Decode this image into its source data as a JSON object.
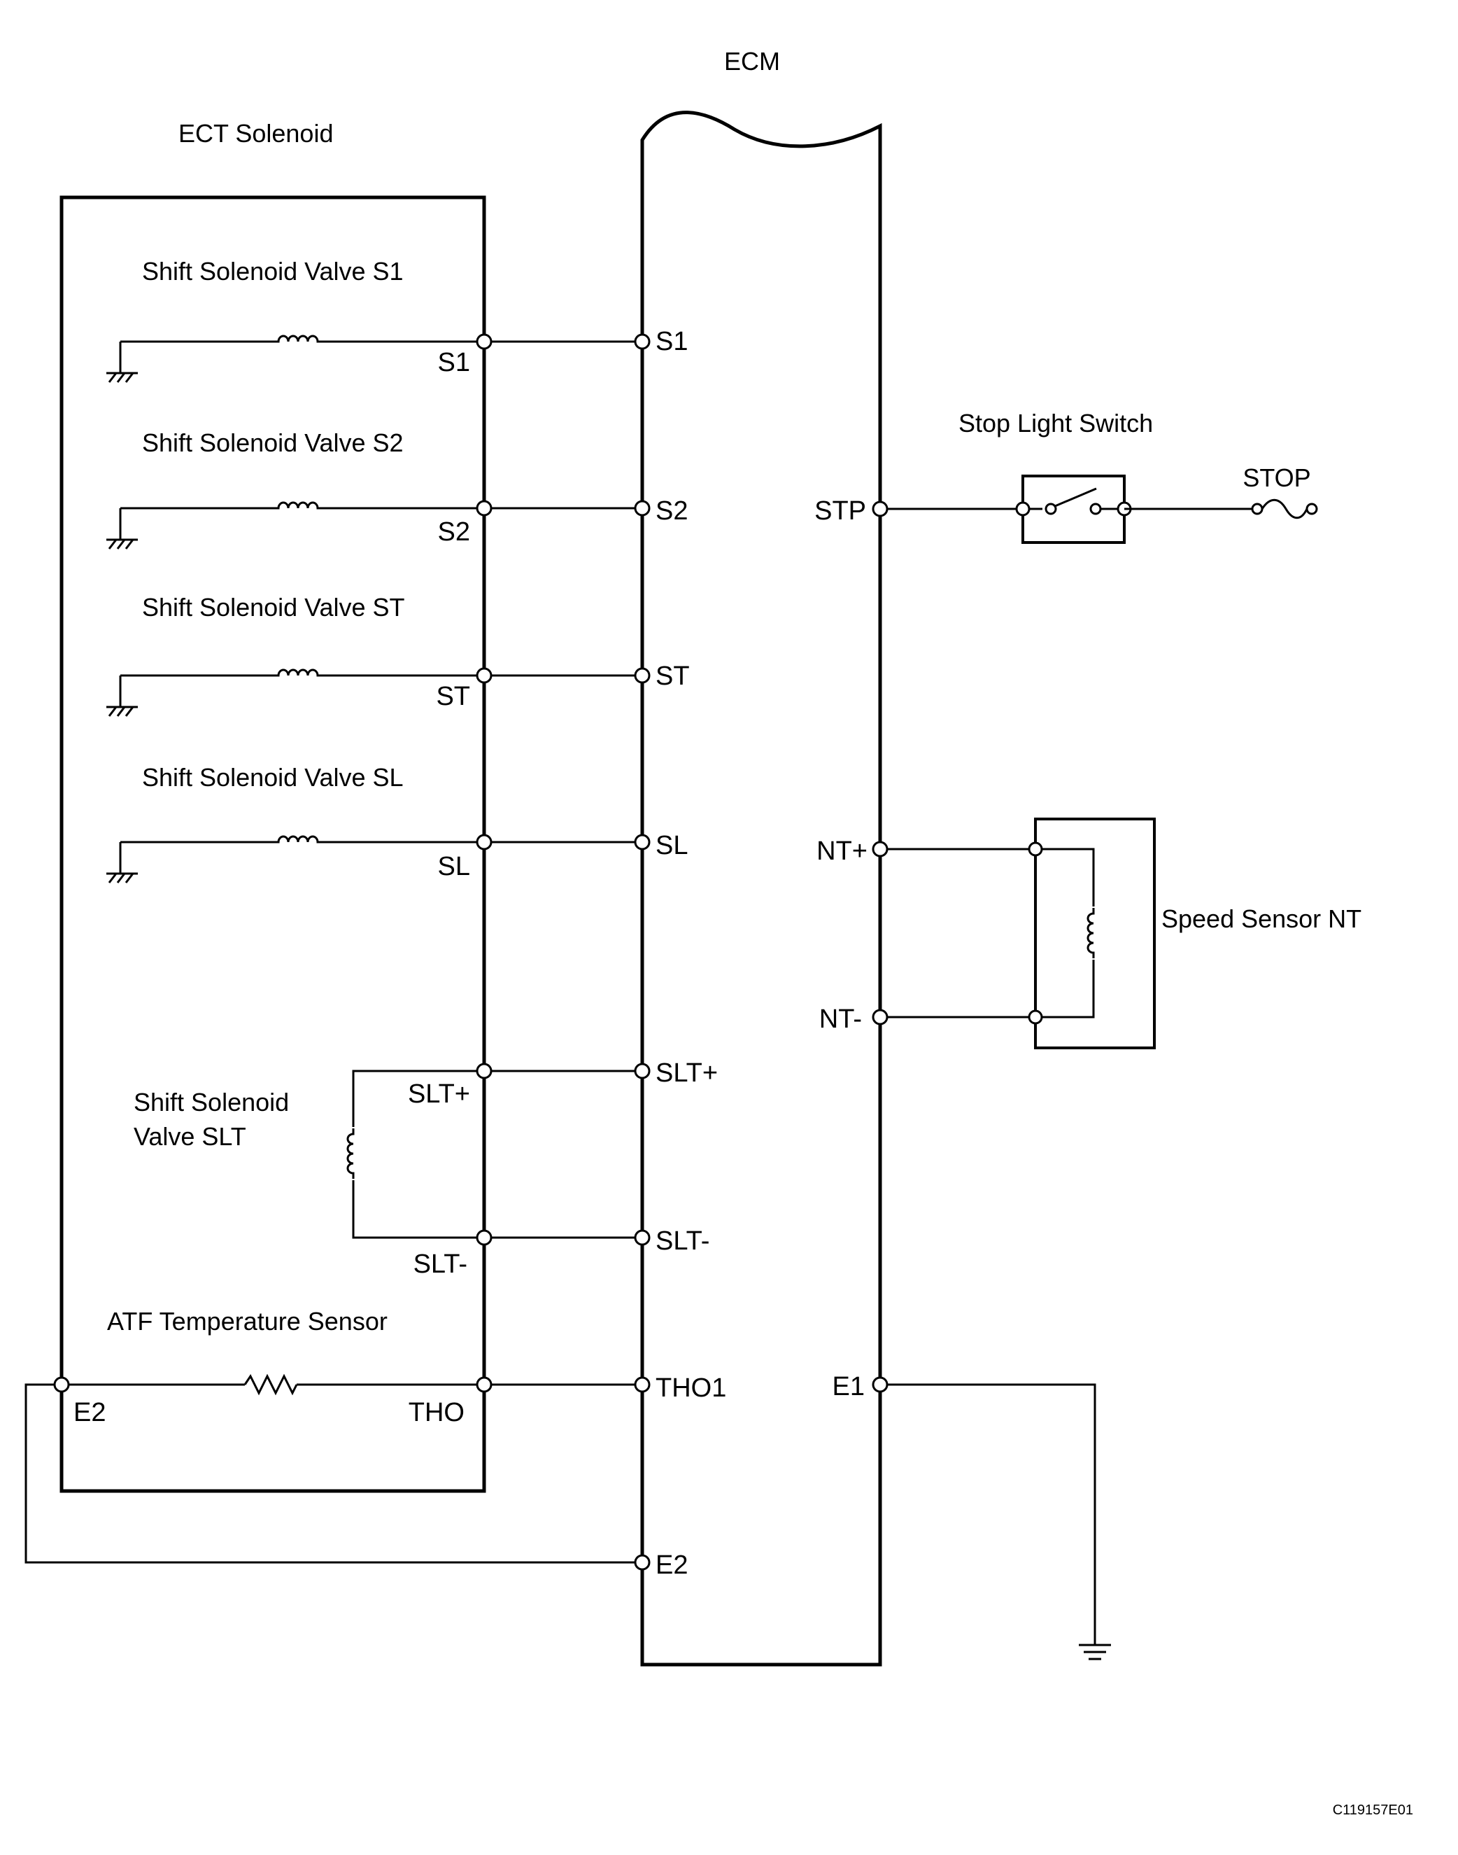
{
  "ecm": {
    "title": "ECM"
  },
  "ect_solenoid": {
    "title": "ECT Solenoid",
    "valve_s1": "Shift Solenoid Valve S1",
    "valve_s2": "Shift Solenoid Valve S2",
    "valve_st": "Shift Solenoid Valve ST",
    "valve_sl": "Shift Solenoid Valve SL",
    "valve_slt_line1": "Shift Solenoid",
    "valve_slt_line2": "Valve SLT",
    "atf_sensor": "ATF Temperature Sensor",
    "pins": {
      "s1": "S1",
      "s2": "S2",
      "st": "ST",
      "sl": "SL",
      "slt_plus": "SLT+",
      "slt_minus": "SLT-",
      "e2": "E2",
      "tho": "THO"
    }
  },
  "ecm_pins": {
    "s1": "S1",
    "s2": "S2",
    "st": "ST",
    "sl": "SL",
    "slt_plus": "SLT+",
    "slt_minus": "SLT-",
    "tho1": "THO1",
    "e2": "E2",
    "stp": "STP",
    "nt_plus": "NT+",
    "nt_minus": "NT-",
    "e1": "E1"
  },
  "stop_light_switch": {
    "title": "Stop Light Switch",
    "fuse_label": "STOP"
  },
  "speed_sensor": {
    "title": "Speed Sensor NT"
  },
  "reference_code": "C119157E01",
  "icons": [
    "coil-icon",
    "resistor-icon",
    "chassis-ground-icon",
    "ground-icon",
    "switch-icon",
    "fuse-icon",
    "terminal-icon"
  ]
}
